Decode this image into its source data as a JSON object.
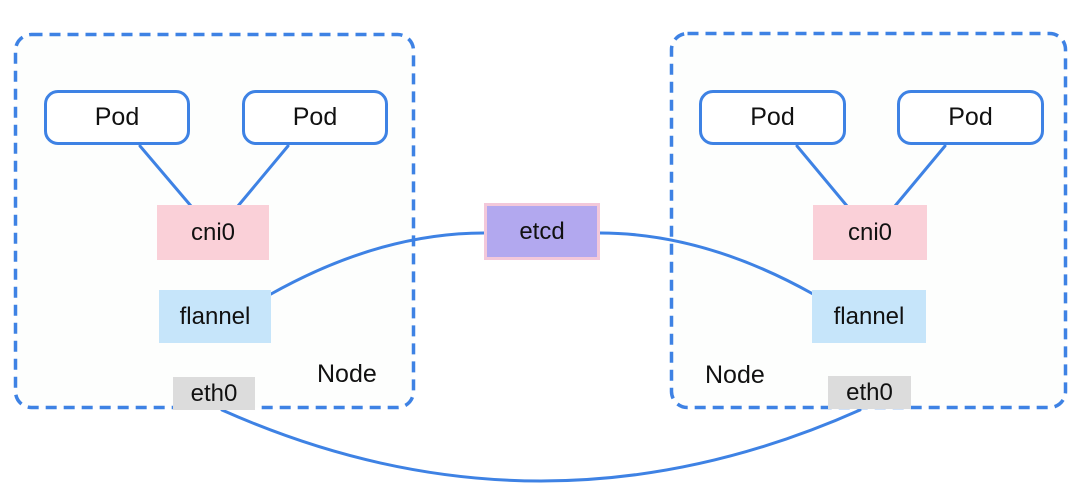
{
  "diagram": {
    "etcd": {
      "label": "etcd"
    },
    "nodes": [
      {
        "label": "Node",
        "pods": [
          {
            "label": "Pod"
          },
          {
            "label": "Pod"
          }
        ],
        "cni": {
          "label": "cni0"
        },
        "flannel": {
          "label": "flannel"
        },
        "eth": {
          "label": "eth0"
        }
      },
      {
        "label": "Node",
        "pods": [
          {
            "label": "Pod"
          },
          {
            "label": "Pod"
          }
        ],
        "cni": {
          "label": "cni0"
        },
        "flannel": {
          "label": "flannel"
        },
        "eth": {
          "label": "eth0"
        }
      }
    ]
  },
  "colors": {
    "line_blue": "#3e82e4",
    "cni0_fill": "#fad0d8",
    "flannel_fill": "#c6e5fa",
    "eth0_fill": "#dcdcdc",
    "etcd_fill": "#b2a8ef",
    "etcd_border": "#f3c8da"
  }
}
